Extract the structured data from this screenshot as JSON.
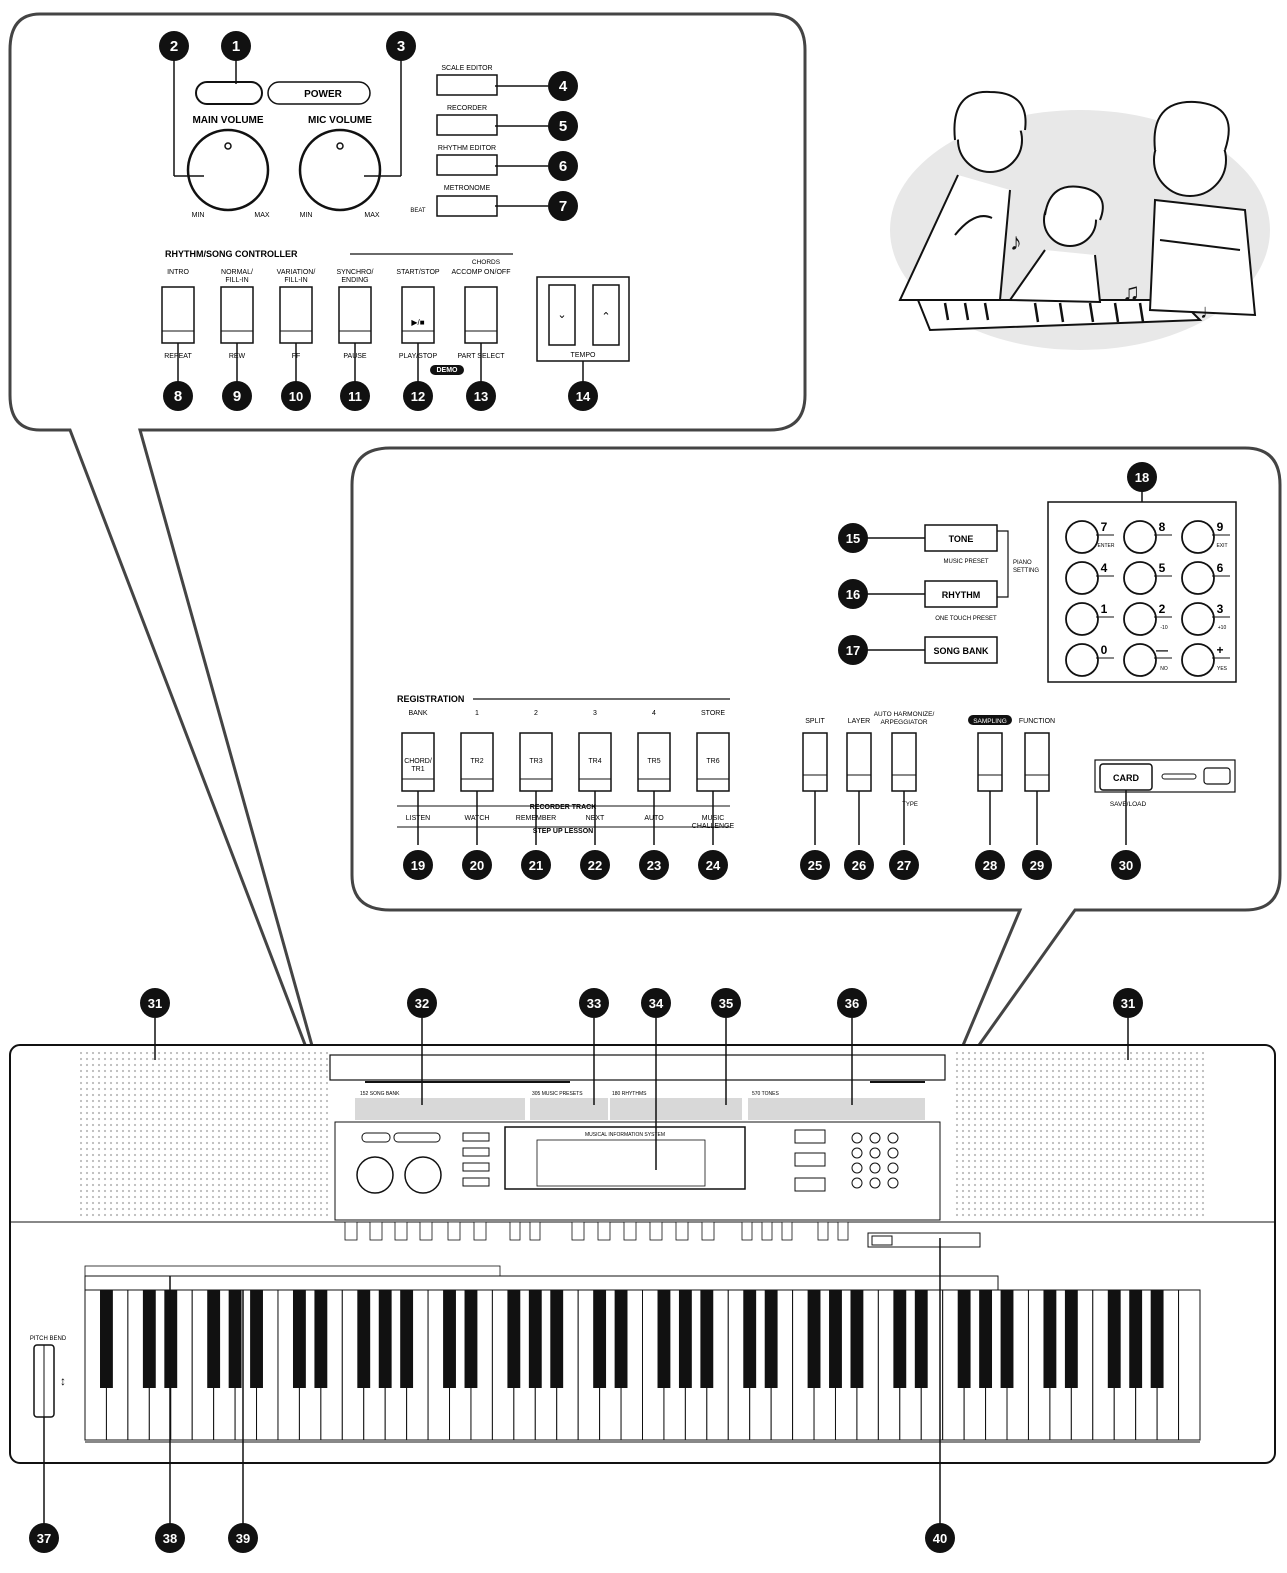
{
  "colors": {
    "ink": "#111111",
    "panel_stroke": "#555555",
    "speaker": "#bbbbbb",
    "badge": "#111111",
    "badge_text": "#ffffff"
  },
  "top_panel": {
    "power": "POWER",
    "main_volume": "MAIN VOLUME",
    "mic_volume": "MIC VOLUME",
    "min": "MIN",
    "max": "MAX",
    "scale_editor": "SCALE EDITOR",
    "recorder": "RECORDER",
    "rhythm_editor": "RHYTHM EDITOR",
    "metronome": "METRONOME",
    "beat": "BEAT",
    "controller_title": "RHYTHM/SONG CONTROLLER",
    "chords": "CHORDS",
    "buttons": [
      {
        "top": "INTRO",
        "bottom": "REPEAT"
      },
      {
        "top": "NORMAL/\nFILL-IN",
        "bottom": "REW"
      },
      {
        "top": "VARIATION/\nFILL-IN",
        "bottom": "FF"
      },
      {
        "top": "SYNCHRO/\nENDING",
        "bottom": "PAUSE"
      },
      {
        "top": "START/STOP",
        "bottom": "PLAY/STOP",
        "symbol": "▶/■"
      },
      {
        "top": "ACCOMP ON/OFF",
        "bottom": "PART SELECT"
      }
    ],
    "demo": "DEMO",
    "tempo": "TEMPO",
    "badges": [
      "1",
      "2",
      "3",
      "4",
      "5",
      "6",
      "7",
      "8",
      "9",
      "10",
      "11",
      "12",
      "13",
      "14"
    ]
  },
  "right_panel": {
    "tone": "TONE",
    "music_preset": "MUSIC PRESET",
    "rhythm": "RHYTHM",
    "one_touch_preset": "ONE TOUCH PRESET",
    "piano_setting": "PIANO\nSETTING",
    "song_bank": "SONG BANK",
    "keypad": [
      {
        "main": "7",
        "sub": "ENTER"
      },
      {
        "main": "8",
        "sub": ""
      },
      {
        "main": "9",
        "sub": "EXIT"
      },
      {
        "main": "4",
        "sub": ""
      },
      {
        "main": "5",
        "sub": ""
      },
      {
        "main": "6",
        "sub": ""
      },
      {
        "main": "1",
        "sub": ""
      },
      {
        "main": "2",
        "sub": "-10"
      },
      {
        "main": "3",
        "sub": "+10"
      },
      {
        "main": "0",
        "sub": ""
      },
      {
        "main": "—",
        "sub": "NO"
      },
      {
        "main": "+",
        "sub": "YES"
      }
    ],
    "registration": "REGISTRATION",
    "reg_labels": [
      "BANK",
      "1",
      "2",
      "3",
      "4",
      "STORE"
    ],
    "reg_buttons": [
      "CHORD/\nTR1",
      "TR2",
      "TR3",
      "TR4",
      "TR5",
      "TR6"
    ],
    "recorder_track": "RECORDER TRACK",
    "lesson_labels": [
      "LISTEN",
      "WATCH",
      "REMEMBER",
      "NEXT",
      "AUTO",
      "MUSIC\nCHALLENGE"
    ],
    "step_up_lesson": "STEP UP LESSON",
    "split": "SPLIT",
    "layer": "LAYER",
    "auto_harmonize": "AUTO HARMONIZE/\nARPEGGIATOR",
    "type": "TYPE",
    "sampling": "SAMPLING",
    "function": "FUNCTION",
    "card": "CARD",
    "save_load": "SAVE/LOAD",
    "badges": [
      "15",
      "16",
      "17",
      "18",
      "19",
      "20",
      "21",
      "22",
      "23",
      "24",
      "25",
      "26",
      "27",
      "28",
      "29",
      "30"
    ]
  },
  "keyboard": {
    "song_bank": "152 SONG BANK",
    "music_presets": "305 MUSIC PRESETS",
    "rhythms": "180 RHYTHMS",
    "tones": "570 TONES",
    "display_title": "MUSICAL INFORMATION SYSTEM",
    "pitch_bend": "PITCH BEND",
    "badges": [
      "31",
      "32",
      "33",
      "34",
      "35",
      "36",
      "31",
      "37",
      "38",
      "39",
      "40"
    ]
  }
}
